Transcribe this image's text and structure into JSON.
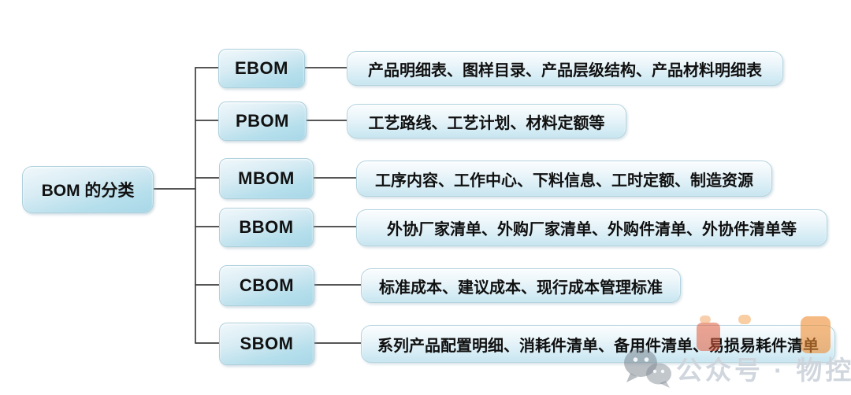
{
  "diagram": {
    "root": {
      "label": "BOM 的分类"
    },
    "rows": [
      {
        "label": "EBOM",
        "desc": "产品明细表、图样目录、产品层级结构、产品材料明细表"
      },
      {
        "label": "PBOM",
        "desc": "工艺路线、工艺计划、材料定额等"
      },
      {
        "label": "MBOM",
        "desc": "工序内容、工作中心、下料信息、工时定额、制造资源"
      },
      {
        "label": "BBOM",
        "desc": "外协厂家清单、外购厂家清单、外购件清单、外协件清单等"
      },
      {
        "label": "CBOM",
        "desc": "标准成本、建议成本、现行成本管理标准"
      },
      {
        "label": "SBOM",
        "desc": "系列产品配置明细、消耗件清单、备用件清单、易损易耗件清单"
      }
    ]
  },
  "watermark": {
    "icon": "wechat-icon",
    "text": "公众号 · 物控云",
    "text_color": "#c6cdd5",
    "highlight_color": "#ee8c30"
  },
  "colors": {
    "node_top": "#f0f8fb",
    "node_bottom": "#a8d7e7",
    "desc_top": "#fbfdfe",
    "desc_bottom": "#c8e5ef",
    "border": "#aed0dc",
    "connector": "#3f3f3f",
    "text": "#111111"
  }
}
